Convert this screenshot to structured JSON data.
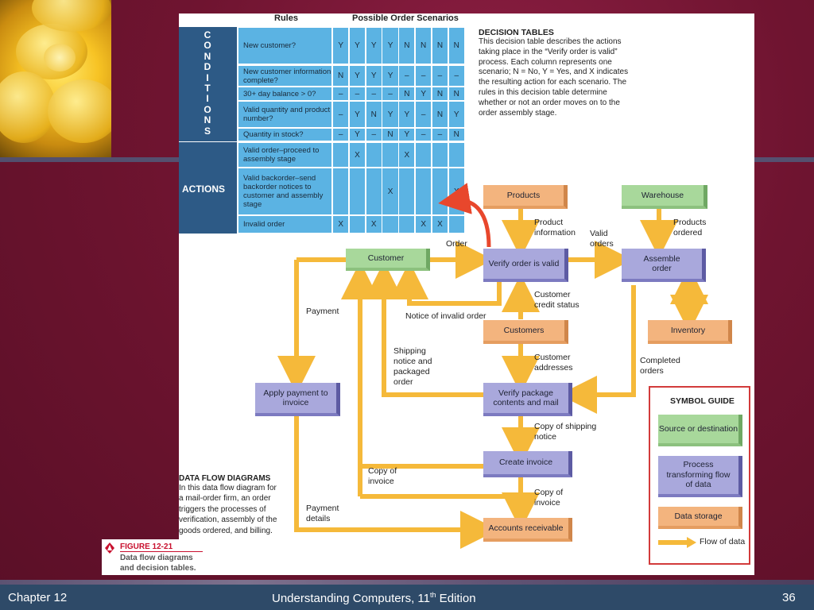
{
  "slide": {
    "footer_left": "Chapter 12",
    "footer_center": "Understanding Computers, 11",
    "footer_center_sup": "th",
    "footer_center_tail": " Edition",
    "page_number": "36"
  },
  "decision_table": {
    "header_rules": "Rules",
    "header_scenarios": "Possible Order Scenarios",
    "conditions_letters": [
      "C",
      "O",
      "N",
      "D",
      "I",
      "T",
      "I",
      "O",
      "N",
      "S"
    ],
    "actions_label": "ACTIONS",
    "conditions": [
      {
        "label": "New customer?",
        "values": [
          "Y",
          "Y",
          "Y",
          "Y",
          "N",
          "N",
          "N",
          "N"
        ]
      },
      {
        "label": "New customer information complete?",
        "values": [
          "N",
          "Y",
          "Y",
          "Y",
          "–",
          "–",
          "–",
          "–"
        ]
      },
      {
        "label": "30+ day balance > 0?",
        "values": [
          "–",
          "–",
          "–",
          "–",
          "N",
          "Y",
          "N",
          "N"
        ]
      },
      {
        "label": "Valid quantity and product number?",
        "values": [
          "–",
          "Y",
          "N",
          "Y",
          "Y",
          "–",
          "N",
          "Y"
        ]
      },
      {
        "label": "Quantity in stock?",
        "values": [
          "–",
          "Y",
          "–",
          "N",
          "Y",
          "–",
          "–",
          "N"
        ]
      }
    ],
    "actions": [
      {
        "label": "Valid order–proceed to assembly stage",
        "values": [
          "",
          "X",
          "",
          "",
          "X",
          "",
          "",
          ""
        ]
      },
      {
        "label": "Valid backorder–send backorder notices to customer and assembly stage",
        "values": [
          "",
          "",
          "",
          "X",
          "",
          "",
          "",
          "X"
        ]
      },
      {
        "label": "Invalid order",
        "values": [
          "X",
          "",
          "X",
          "",
          "",
          "X",
          "X",
          ""
        ]
      }
    ],
    "description_title": "DECISION TABLES",
    "description_lines": [
      "This decision table describes the actions",
      "taking place in the “Verify order is valid”",
      "process. Each column represents one",
      "scenario; N = No, Y = Yes, and X indicates",
      "the resulting action for each scenario. The",
      "rules in this decision table determine",
      "whether or not an order moves on to the",
      "order assembly stage."
    ]
  },
  "dfd": {
    "nodes": {
      "products": "Products",
      "warehouse": "Warehouse",
      "customer": "Customer",
      "verify_order": "Verify order is valid",
      "assemble_order": "Assemble order",
      "inventory": "Inventory",
      "customers": "Customers",
      "apply_payment": "Apply payment to invoice",
      "verify_package": "Verify package contents and mail",
      "create_invoice": "Create invoice",
      "accounts_receivable": "Accounts receivable"
    },
    "labels": {
      "order": "Order",
      "product_information": "Product information",
      "valid_orders": "Valid orders",
      "products_ordered": "Products ordered",
      "payment": "Payment",
      "customer_credit_status": "Customer credit status",
      "notice_invalid_order": "Notice of invalid order",
      "shipping_notice": "Shipping notice and packaged order",
      "customer_addresses": "Customer addresses",
      "completed_orders": "Completed orders",
      "copy_shipping_notice": "Copy of shipping notice",
      "copy_invoice_left": "Copy of invoice",
      "copy_invoice_right": "Copy of invoice",
      "payment_details": "Payment details"
    },
    "description_title": "DATA FLOW DIAGRAMS",
    "description_lines": [
      "In this data flow diagram for",
      "a mail-order firm, an order",
      "triggers the processes of",
      "verification, assembly of the",
      "goods ordered, and billing."
    ]
  },
  "symbol_guide": {
    "title": "SYMBOL GUIDE",
    "source": "Source or destination",
    "process": "Process transforming flow of data",
    "storage": "Data storage",
    "flow": "Flow of data"
  },
  "figure": {
    "number": "FIGURE 12-21",
    "caption_line1": "Data flow diagrams",
    "caption_line2": "and decision tables."
  },
  "colors": {
    "source": "#a8d89b",
    "process": "#a9a8dc",
    "storage": "#f3b47e",
    "arrow": "#f5b93a",
    "table_cell": "#5bb3e3",
    "table_side": "#2d5a86",
    "highlight_arrow": "#e8472c"
  }
}
